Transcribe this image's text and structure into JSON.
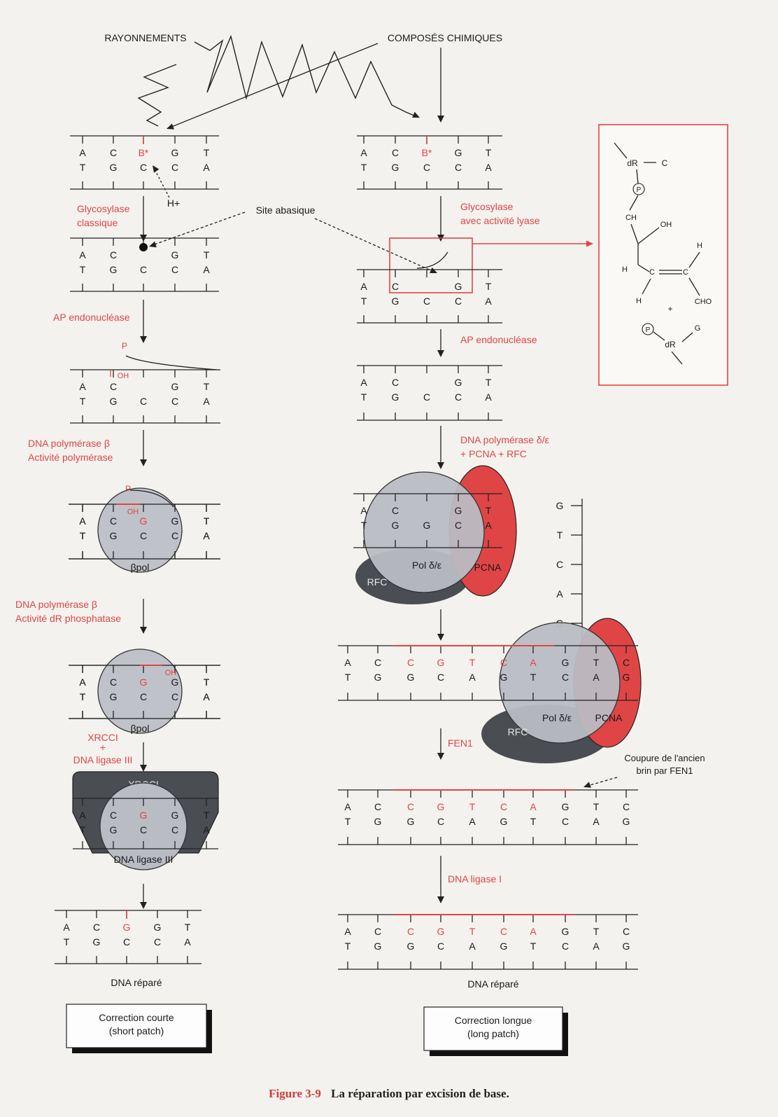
{
  "inputs": {
    "radiation": "RAYONNEMENTS",
    "chemicals": "COMPOSÉS CHIMIQUES"
  },
  "lesion": {
    "top": [
      "A",
      "C",
      "B*",
      "G",
      "T"
    ],
    "bottom": [
      "T",
      "G",
      "C",
      "C",
      "A"
    ],
    "proton": "H+"
  },
  "abasic_label": "Site abasique",
  "short_patch": {
    "step_glycosylase": [
      "Glycosylase",
      "classique"
    ],
    "abasic_top": [
      "A",
      "C",
      "",
      "G",
      "T"
    ],
    "step_ap": "AP endonucléase",
    "nick_top": [
      "A",
      "C",
      "",
      "G",
      "T"
    ],
    "p_label": "P",
    "oh_label": "OH",
    "step_pol": [
      "DNA polymérase β",
      "Activité polymérase"
    ],
    "pol_top": [
      "A",
      "C",
      "G",
      "G",
      "T"
    ],
    "pol_name": "βpol",
    "step_dr": [
      "DNA polymérase β",
      "Activité dR phosphatase"
    ],
    "step_lig": [
      "XRCCI",
      "+",
      "DNA ligase III"
    ],
    "xrcc_label": "XRCCI",
    "ligase_label": "DNA ligase III",
    "final_top": [
      "A",
      "C",
      "G",
      "G",
      "T"
    ],
    "repaired": "DNA réparé",
    "box": [
      "Correction courte",
      "(short patch)"
    ]
  },
  "long_patch": {
    "step_glycosylase": [
      "Glycosylase",
      "avec activité lyase"
    ],
    "abasic_top": [
      "A",
      "C",
      "",
      "G",
      "T"
    ],
    "step_ap": "AP endonucléase",
    "step_pol": [
      "DNA polymérase δ/ε",
      "+ PCNA + RFC"
    ],
    "pol_name": "Pol δ/ε",
    "pcna": "PCNA",
    "rfc": "RFC",
    "displaced": [
      "G",
      "T",
      "C",
      "A",
      "G"
    ],
    "ext_top": [
      "A",
      "C",
      "C",
      "G",
      "T",
      "C",
      "A",
      "G",
      "T",
      "C"
    ],
    "ext_bottom": [
      "T",
      "G",
      "G",
      "C",
      "A",
      "G",
      "T",
      "C",
      "A",
      "G"
    ],
    "step_fen": "FEN1",
    "fen_note": [
      "Coupure de l'ancien",
      "brin par FEN1"
    ],
    "step_lig": "DNA ligase I",
    "repaired": "DNA réparé",
    "box": [
      "Correction longue",
      "(long patch)"
    ]
  },
  "chem": {
    "dR": "dR",
    "C": "C",
    "P": "P",
    "CH2": "CH",
    "OH": "OH",
    "H": "H",
    "CHO": "CHO",
    "plus": "+",
    "G": "G"
  },
  "caption": {
    "number": "Figure 3-9",
    "title": "La réparation par excision de base."
  },
  "colors": {
    "red": "#e04545",
    "grey": "#b9bcc3",
    "dark": "#4a4d52"
  }
}
